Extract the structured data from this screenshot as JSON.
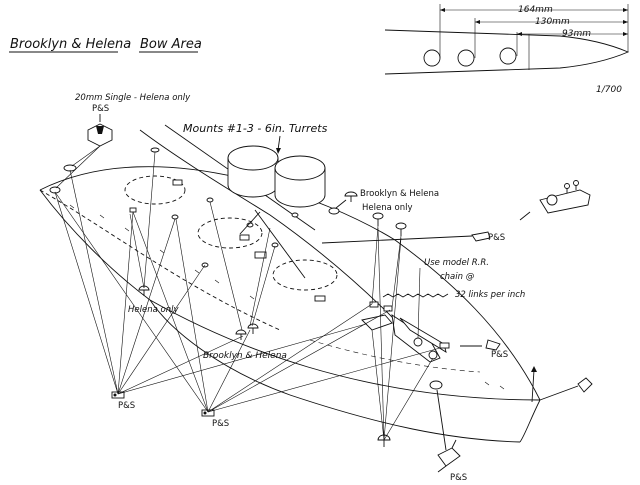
{
  "title": "Brooklyn & Helena",
  "subtitle": "Bow Area",
  "labels": {
    "twenty_mm": "20mm Single - Helena only",
    "ps": "P&S",
    "mounts": "Mounts #1-3 - 6in. Turrets",
    "bh_helena": "Brooklyn & Helena",
    "helena_only": "Helena only",
    "helena_only_left": "Helena only",
    "bh_bottom": "Brooklyn & Helena",
    "chain_line1": "Use model R.R.",
    "chain_line2": "chain @",
    "chain_line3": "32 links per inch"
  },
  "inset": {
    "dim1": "164mm",
    "dim2": "130mm",
    "dim3": "93mm",
    "scale": "1/700"
  }
}
